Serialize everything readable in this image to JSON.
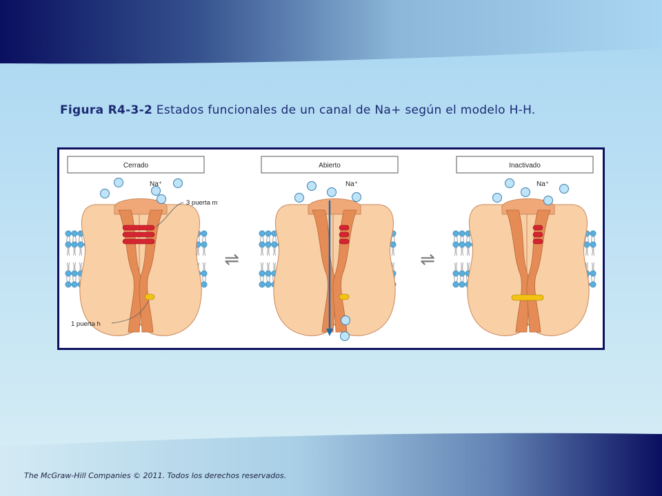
{
  "caption": {
    "label": "Figura R4-3-2",
    "text": " Estados funcionales de un canal de Na+ según el modelo H-H."
  },
  "figure": {
    "panels": [
      {
        "state": "Cerrado",
        "ion": "Na⁺",
        "gate_m_label": "3 puerta m",
        "gate_h_label": "1 puerta h"
      },
      {
        "state": "Abierto",
        "ion": "Na⁺"
      },
      {
        "state": "Inactivado",
        "ion": "Na⁺"
      }
    ],
    "equilibrium_symbol": "⇌"
  },
  "footer": {
    "text": "The McGraw-Hill  Companies © 2011.  Todos los derechos reservados."
  },
  "colors": {
    "gate_m": "#d42430",
    "gate_h": "#f2c313",
    "protein": "#f9cfa6",
    "pore": "#e58b55",
    "lipid_head": "#5aaedb",
    "arrow": "#1f6aa8"
  }
}
